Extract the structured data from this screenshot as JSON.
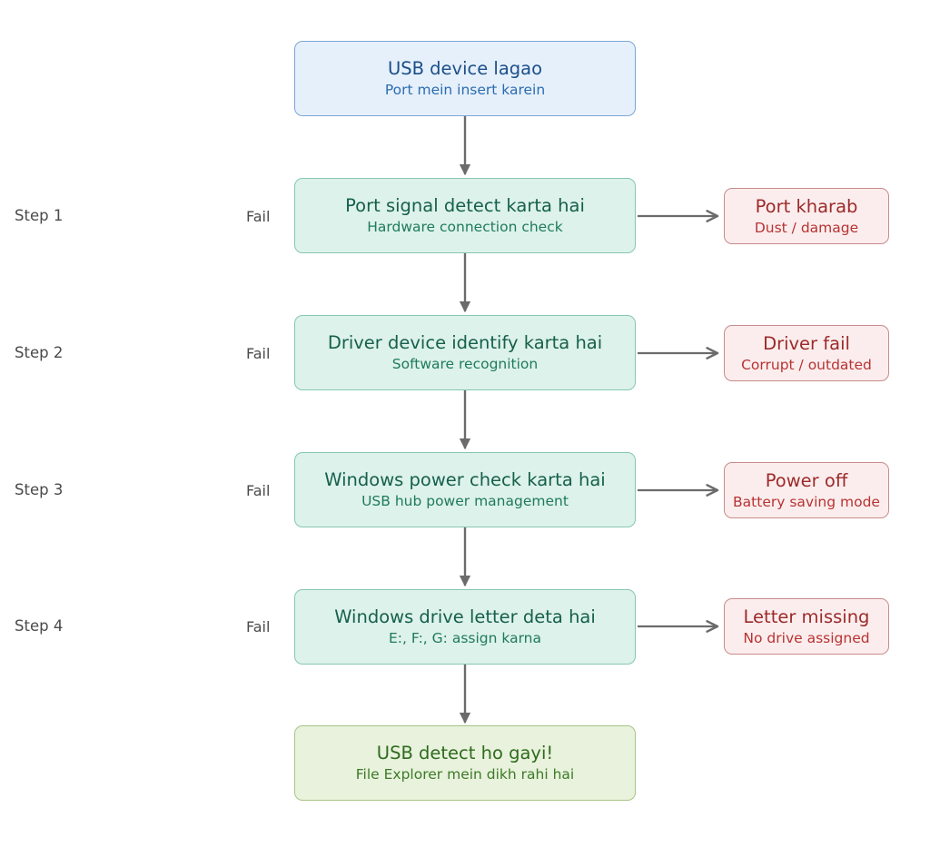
{
  "diagram": {
    "kind": "flowchart",
    "orientation": "top-to-bottom",
    "colors": {
      "start_fill": "#e6f0fb",
      "start_border": "#7ba7d7",
      "start_title_text": "#1a4f8a",
      "process_fill": "#ddf2ea",
      "process_border": "#86c7b1",
      "process_title_text": "#16604c",
      "failure_fill": "#fbeded",
      "failure_border": "#c98b8b",
      "failure_title_text": "#9c2a2a",
      "success_fill": "#e8f2dc",
      "success_border": "#a8c587",
      "success_title_text": "#2f6b1e",
      "connector": "#6b6b6b",
      "gutter_text": "#4a4a4a"
    },
    "start": {
      "title": "USB device lagao",
      "subtitle": "Port mein insert karein"
    },
    "steps": [
      {
        "step_label": "Step 1",
        "branch_label": "Fail",
        "title": "Port signal detect karta hai",
        "subtitle": "Hardware connection check",
        "failure": {
          "title": "Port kharab",
          "subtitle": "Dust / damage"
        }
      },
      {
        "step_label": "Step 2",
        "branch_label": "Fail",
        "title": "Driver device identify karta hai",
        "subtitle": "Software recognition",
        "failure": {
          "title": "Driver fail",
          "subtitle": "Corrupt / outdated"
        }
      },
      {
        "step_label": "Step 3",
        "branch_label": "Fail",
        "title": "Windows power check karta hai",
        "subtitle": "USB hub power management",
        "failure": {
          "title": "Power off",
          "subtitle": "Battery saving mode"
        }
      },
      {
        "step_label": "Step 4",
        "branch_label": "Fail",
        "title": "Windows drive letter deta hai",
        "subtitle": "E:, F:, G: assign karna",
        "failure": {
          "title": "Letter missing",
          "subtitle": "No drive assigned"
        }
      }
    ],
    "end": {
      "title": "USB detect ho gayi!",
      "subtitle": "File Explorer mein dikh rahi hai"
    }
  }
}
